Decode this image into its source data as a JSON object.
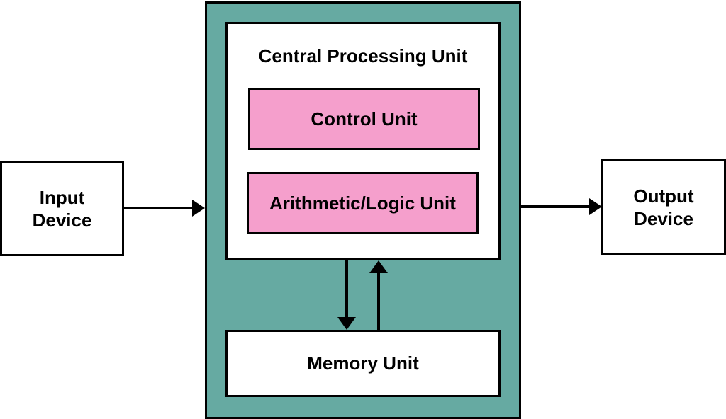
{
  "input_device": {
    "line1": "Input",
    "line2": "Device"
  },
  "output_device": {
    "line1": "Output",
    "line2": "Device"
  },
  "cpu": {
    "title": "Central Processing Unit",
    "control_unit": "Control Unit",
    "alu": "Arithmetic/Logic Unit"
  },
  "memory_unit": "Memory Unit",
  "colors": {
    "system_fill": "#66aaa2",
    "unit_fill": "#f59fcc",
    "box_fill": "#ffffff",
    "stroke": "#000000"
  }
}
